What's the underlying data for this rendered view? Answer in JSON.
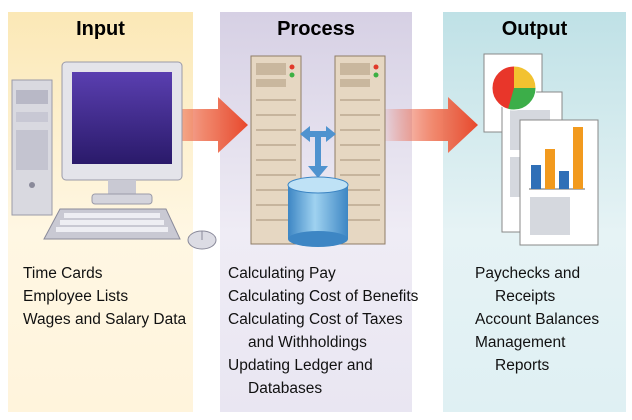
{
  "columns": {
    "input": {
      "title": "Input",
      "items": [
        "Time Cards",
        "Employee Lists",
        "Wages and Salary Data"
      ]
    },
    "process": {
      "title": "Process",
      "items": [
        "Calculating Pay",
        "Calculating Cost of Benefits",
        "Calculating Cost of Taxes",
        "and Withholdings",
        "Updating Ledger and",
        "Databases"
      ]
    },
    "output": {
      "title": "Output",
      "items": [
        "Paychecks and",
        "Receipts",
        "Account Balances",
        "Management",
        "Reports"
      ]
    }
  },
  "colors": {
    "input_panel": "#fbe8b6",
    "process_panel": "#d6d0e4",
    "output_panel": "#bfe1e6",
    "arrow": "#e8482c",
    "database": "#5aa6d6",
    "bar_orange": "#f29a1e",
    "bar_blue": "#2f6fb7"
  },
  "icons": [
    "computer-icon",
    "keyboard-icon",
    "mouse-icon",
    "server-icon",
    "database-icon",
    "sync-arrows-icon",
    "report-pages-icon",
    "pie-chart-icon",
    "bar-chart-icon",
    "flow-arrow-icon"
  ]
}
